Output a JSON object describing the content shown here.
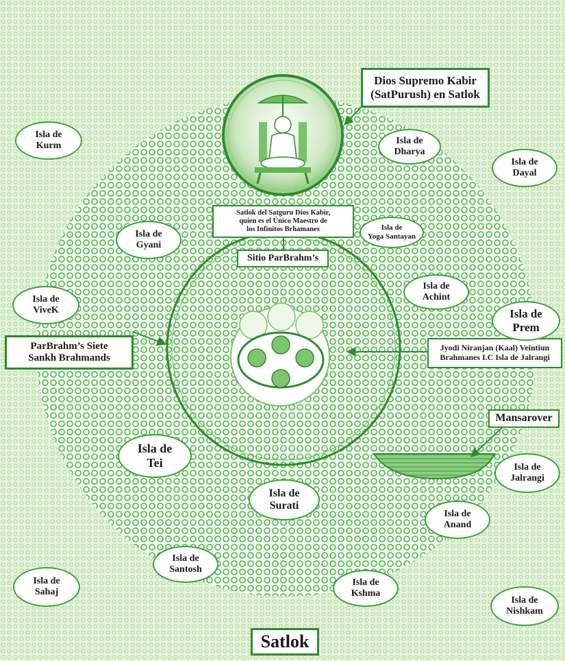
{
  "colors": {
    "background": "#e6f3dc",
    "pattern": "#4cae4c",
    "accent": "#2e8b2e",
    "label_border": "#3aa33a"
  },
  "title": "Satlok",
  "supreme_label": {
    "line1": "Dios Supremo Kabir",
    "line2": "(SatPurush) en Satlok"
  },
  "satlok_label": {
    "line1": "Satlok del Satguru Dios Kabir,",
    "line2": "quien es el Único Maestro de",
    "line3": "los Infinitos Brhamanes"
  },
  "parbrahm_site": "Sitio ParBrahm’s",
  "parbrahm_brahmands": {
    "line1": "ParBrahm’s Siete",
    "line2": "Sankh Brahmands"
  },
  "jyodi_label": {
    "line1": "Jyodi Niranjan (Kaal) Veintiun",
    "line2": "Brahmanes I.C Isla de Jalrangi"
  },
  "mansarover": "Mansarover",
  "islands": {
    "kurm": {
      "line1": "Isla de",
      "line2": "Kurm"
    },
    "dharya": {
      "line1": "Isla de",
      "line2": "Dharya"
    },
    "dayal": {
      "line1": "Isla de",
      "line2": "Dayal"
    },
    "gyani": {
      "line1": "Isla de",
      "line2": "Gyani"
    },
    "yoga_santayan": {
      "line1": "Isla de",
      "line2": "Yoga Santayan"
    },
    "achint": {
      "line1": "Isla de",
      "line2": "Achint"
    },
    "vivek": {
      "line1": "Isla de",
      "line2": "ViveK"
    },
    "prem": {
      "line1": "Isla de",
      "line2": "Prem"
    },
    "tei": {
      "line1": "Isla de",
      "line2": "Tei"
    },
    "jalrangi": {
      "line1": "Isla de",
      "line2": "Jalrangi"
    },
    "surati": {
      "line1": "Isla de",
      "line2": "Surati"
    },
    "anand": {
      "line1": "Isla de",
      "line2": "Anand"
    },
    "santosh": {
      "line1": "Isla de",
      "line2": "Santosh"
    },
    "sahaj": {
      "line1": "Isla de",
      "line2": "Sahaj"
    },
    "kshma": {
      "line1": "Isla de",
      "line2": "Kshma"
    },
    "nishkam": {
      "line1": "Isla de",
      "line2": "Nishkam"
    }
  }
}
